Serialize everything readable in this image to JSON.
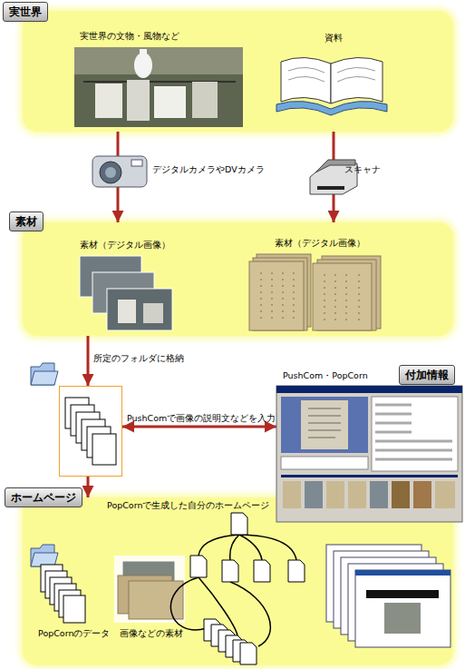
{
  "diagram": {
    "nodes": [
      {
        "text": [
          "実世界"
        ]
      },
      {
        "text": [
          "実世界の文物・風物など"
        ],
        "in": 0
      },
      {
        "text": [
          "資料"
        ],
        "in": 0
      },
      {
        "text": [
          "素材"
        ]
      },
      {
        "text": [
          "素材（デジタル画像）"
        ],
        "in": 3
      },
      {
        "text": [
          "素材（デジタル画像）"
        ],
        "in": 3
      },
      {
        "text": [
          "所定のフォルダに格納"
        ]
      },
      {
        "text": [
          "付加情報",
          "PushCom・PopCorn"
        ]
      },
      {
        "text": [
          "ホームページ"
        ]
      },
      {
        "text": [
          "PopCornで生成した自分のホームページ"
        ],
        "in": 8
      },
      {
        "text": [
          "PopCornのデータ"
        ],
        "in": 8
      },
      {
        "text": [
          "画像などの素材"
        ],
        "in": 8
      }
    ],
    "edges": [
      {
        "from": 0,
        "to": 3,
        "label": "デジタルカメラやDVカメラ",
        "arrow": "to"
      },
      {
        "from": 0,
        "to": 3,
        "label": "スキャナ",
        "arrow": "to"
      },
      {
        "from": 3,
        "to": 6,
        "arrow": "to"
      },
      {
        "from": 6,
        "to": 7,
        "label": "PushComで画像の説明文などを入力",
        "arrow": "both"
      },
      {
        "from": 6,
        "to": 8,
        "arrow": "to"
      }
    ]
  }
}
